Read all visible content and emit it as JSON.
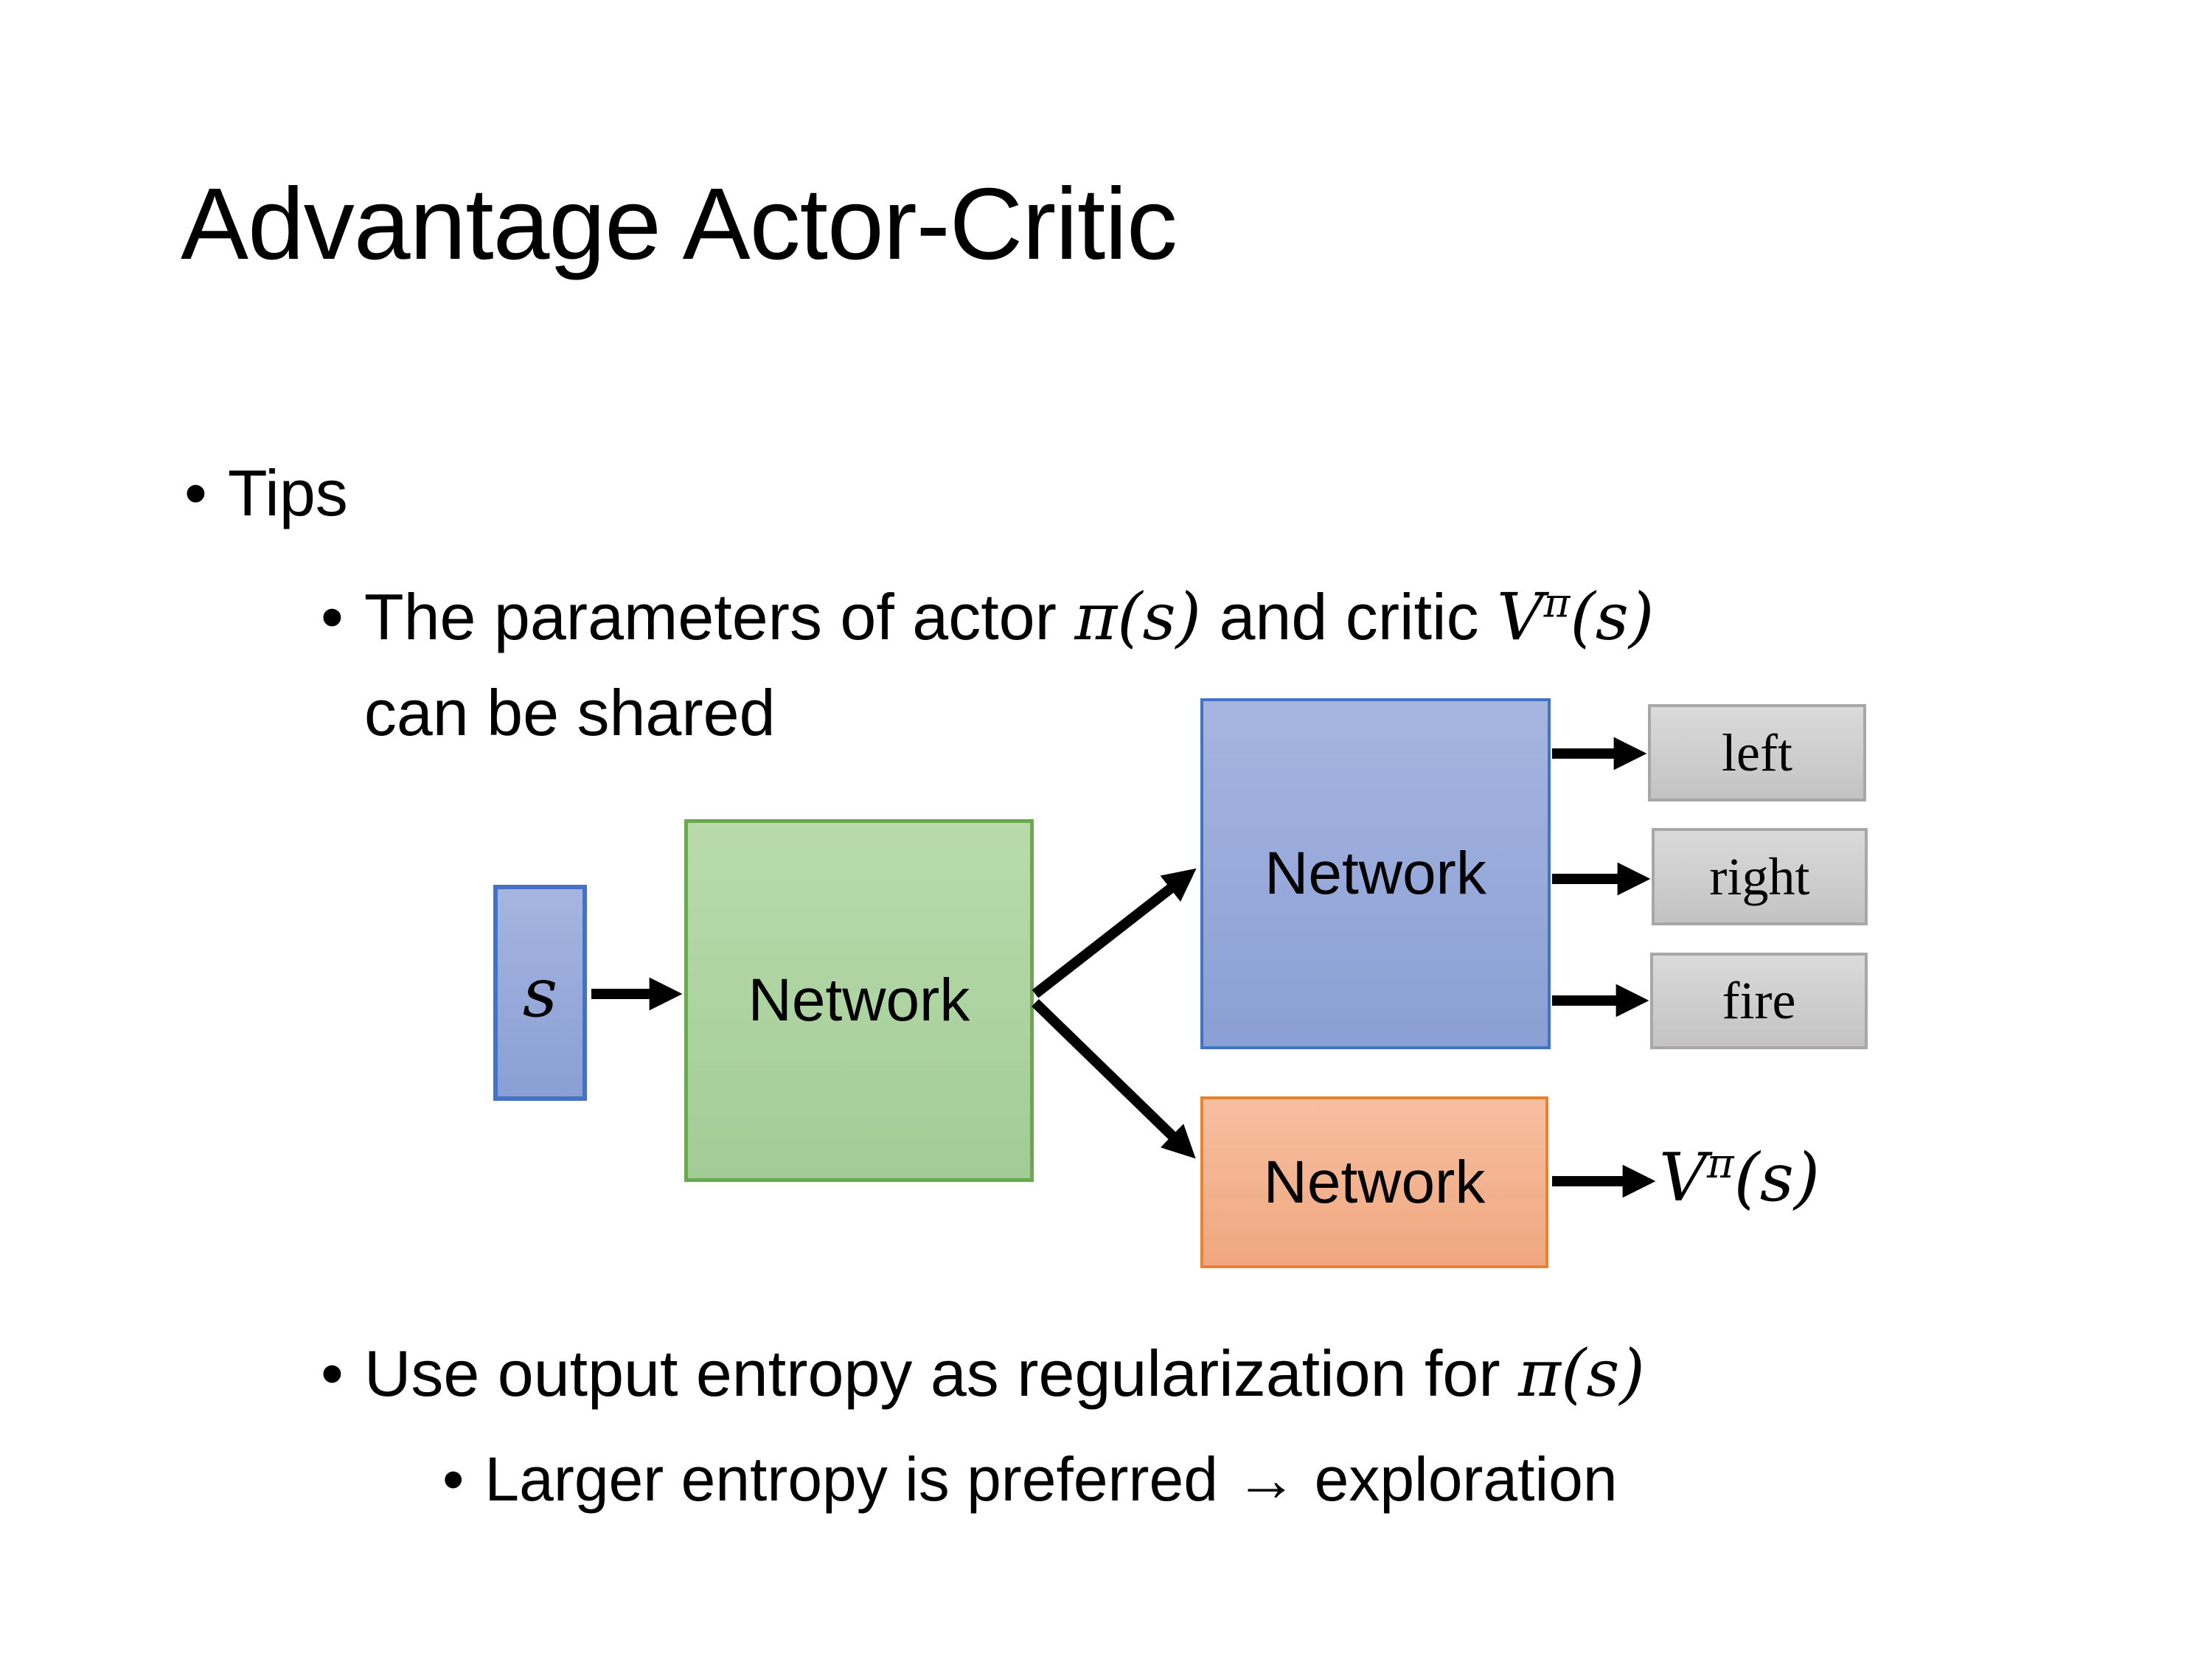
{
  "title": "Advantage Actor-Critic",
  "bullet_char": "•",
  "bullets": {
    "tips": "Tips",
    "b1_pre": "The parameters of actor ",
    "b1_math1": "π(s)",
    "b1_mid": "  and critic ",
    "b1_v_base": "V",
    "b1_v_sup": "π",
    "b1_v_args": "(s)",
    "b1_line2": "can be shared",
    "b2_pre": "Use output entropy as regularization for ",
    "b2_math": "π(s)",
    "b3": "Larger entropy is preferred → exploration"
  },
  "diagram": {
    "s_label": "s",
    "shared_label": "Network",
    "actor_label": "Network",
    "critic_label": "Network",
    "actions": [
      "left",
      "right",
      "fire"
    ],
    "value_base": "V",
    "value_sup": "π",
    "value_args": "(s)"
  },
  "colors": {
    "blue-fill-top": "#a6b5e0",
    "blue-fill-bottom": "#8a9fd4",
    "blue-border": "#4472c4",
    "green-fill-top": "#b9dbac",
    "green-fill-bottom": "#a2cc96",
    "green-border": "#6ba84e",
    "orange-fill-top": "#f7bfa1",
    "orange-fill-bottom": "#efa77f",
    "orange-border": "#e9822d",
    "gray-fill-top": "#dadada",
    "gray-fill-bottom": "#c3c3c3",
    "gray-border": "#a8a6a6",
    "text": "#000000",
    "arrow": "#000000"
  }
}
